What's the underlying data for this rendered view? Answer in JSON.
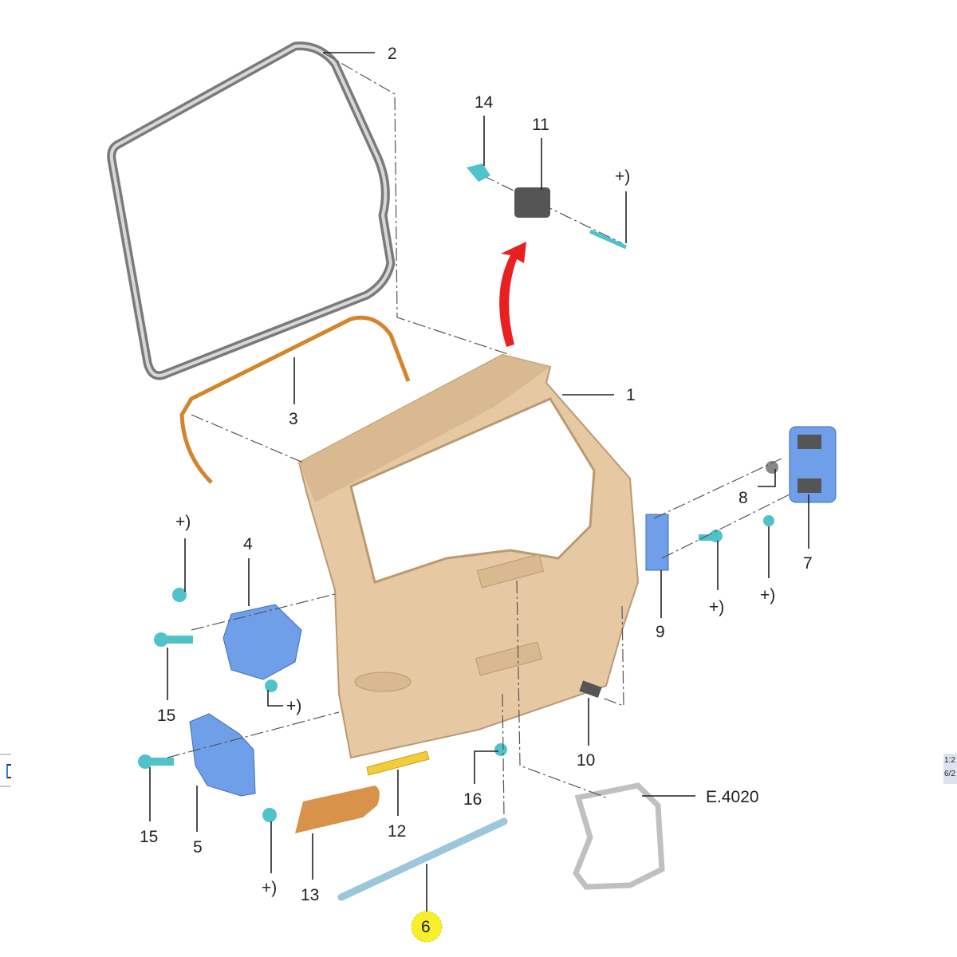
{
  "diagram": {
    "callouts": {
      "c1": "1",
      "c2": "2",
      "c3": "3",
      "c4": "4",
      "c5": "5",
      "c6": "6",
      "c7": "7",
      "c8": "8",
      "c9": "9",
      "c10": "10",
      "c11": "11",
      "c12": "12",
      "c13": "13",
      "c14": "14",
      "c15a": "15",
      "c15b": "15",
      "c16": "16",
      "e4020": "E.4020",
      "plus": "+)"
    },
    "highlighted_callout": "6",
    "colors": {
      "panel": "#e6c9a3",
      "bracket": "#6f9fe8",
      "bolt": "#4fc3c9",
      "seal": "#7a7a7a",
      "strip": "#d4842a",
      "arrow": "#e82020",
      "highlight": "#f7ef2a"
    }
  },
  "edge_widgets": {
    "right_text_line1": "1:2",
    "right_text_line2": "6/2"
  }
}
